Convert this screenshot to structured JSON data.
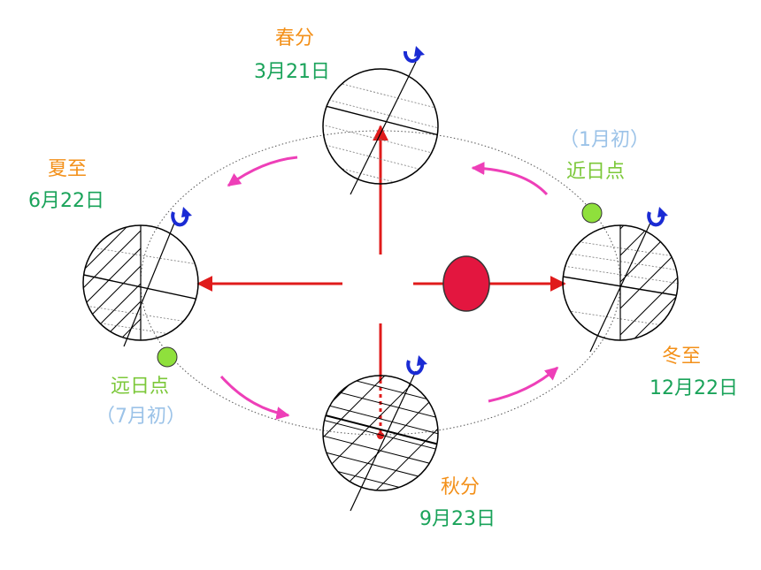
{
  "labels": {
    "spring_equinox": {
      "name": "春分",
      "date": "3月21日"
    },
    "summer_solstice": {
      "name": "夏至",
      "date": "6月22日"
    },
    "autumn_equinox": {
      "name": "秋分",
      "date": "9月23日"
    },
    "winter_solstice": {
      "name": "冬至",
      "date": "12月22日"
    },
    "perihelion": {
      "name": "近日点",
      "time": "（1月初）"
    },
    "aphelion": {
      "name": "远日点",
      "time": "（7月初）"
    }
  },
  "colors": {
    "season_text": "#f39019",
    "date_text": "#1aa35a",
    "apsis_text": "#7cc83a",
    "paren_text": "#9cc3e8",
    "sun": "#e3163f",
    "arrows_red": "#e01b1b",
    "orbit_arrows": "#ee3fb8",
    "apsis_dot": "#8fe03c",
    "rotation_arrow": "#1a2bd4"
  },
  "icons": {
    "rotation": "curved-arrow-icon",
    "sun": "sun-ellipse",
    "apsis": "green-dot"
  }
}
